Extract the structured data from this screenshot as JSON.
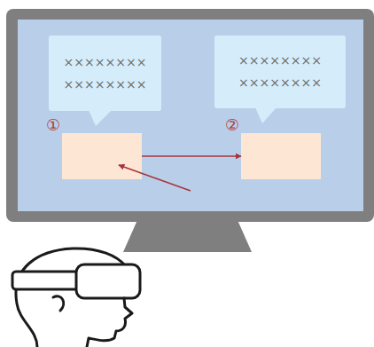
{
  "diagram": {
    "nodes": [
      {
        "text": [
          "×××××××× ××××××××"
        ]
      },
      {
        "text": [
          "×××××××× ××××××××"
        ]
      },
      {
        "text": [
          "①"
        ]
      },
      {
        "text": [
          "②"
        ]
      }
    ],
    "edges": [
      {
        "from": 2,
        "to": 3,
        "arrow": "to"
      }
    ]
  }
}
